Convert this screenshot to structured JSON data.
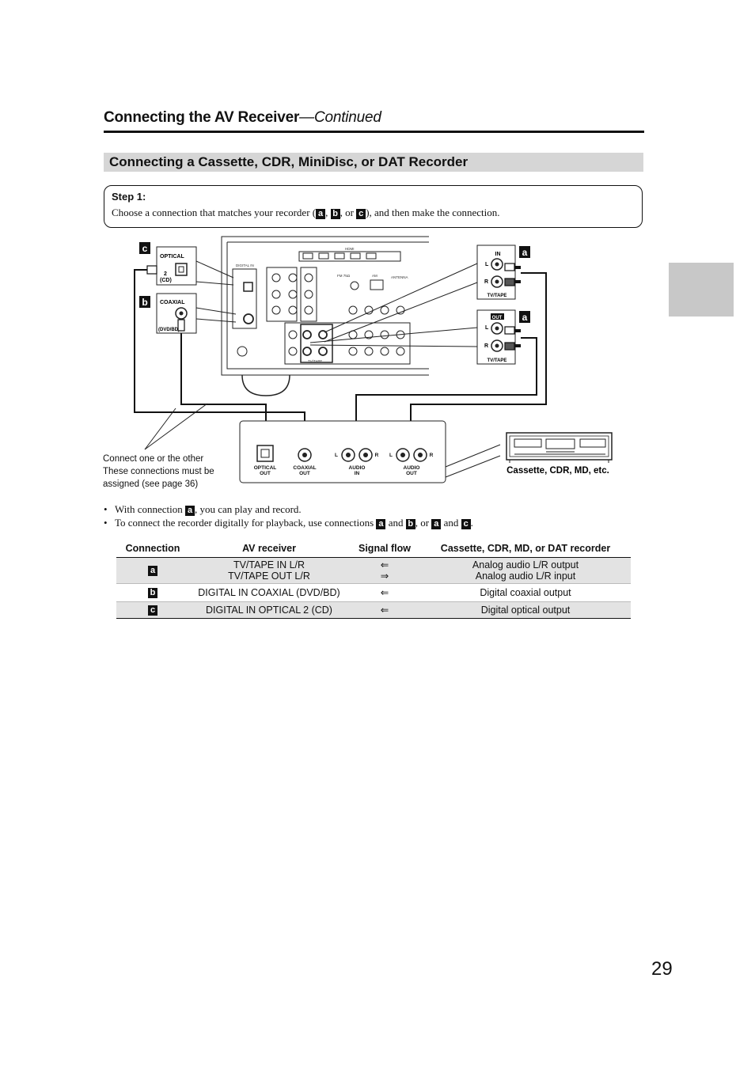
{
  "header": {
    "title": "Connecting the AV Receiver",
    "continued": "—Continued"
  },
  "section": {
    "title": "Connecting a Cassette, CDR, MiniDisc, or DAT Recorder"
  },
  "step": {
    "label": "Step 1:",
    "text_pre": "Choose a connection that matches your recorder (",
    "sep1": ", ",
    "sep2": ", or ",
    "text_post": "), and then make the connection."
  },
  "tags": {
    "a": "a",
    "b": "b",
    "c": "c"
  },
  "diagram": {
    "optical_label": "OPTICAL",
    "optical_num": "2",
    "optical_cd": "(CD)",
    "coaxial_label": "COAXIAL",
    "coaxial_dvd": "(DVD/BD)",
    "in_label": "IN",
    "out_label": "OUT",
    "l": "L",
    "r": "R",
    "tvtape": "TV/TAPE",
    "digital_in": "DIGITAL IN",
    "hdmi": "HDMI",
    "antenna": "ANTENNA",
    "fm": "FM 75Ω",
    "am": "AM",
    "connect_note_1": "Connect one or the other",
    "connect_note_2": "These connections must be",
    "connect_note_3": "assigned (see page 36)",
    "rec_optical_out_1": "OPTICAL",
    "rec_optical_out_2": "OUT",
    "rec_coaxial_out_1": "COAXIAL",
    "rec_coaxial_out_2": "OUT",
    "rec_audio_in_1": "AUDIO",
    "rec_audio_in_2": "IN",
    "rec_audio_out_1": "AUDIO",
    "rec_audio_out_2": "OUT",
    "device_caption": "Cassette, CDR, MD, etc."
  },
  "bullets": {
    "b1_pre": "With connection ",
    "b1_post": ", you can play and record.",
    "b2_pre": "To connect the recorder digitally for playback, use connections ",
    "and1": " and ",
    "or": ", or ",
    "and2": " and ",
    "end": "."
  },
  "table": {
    "headers": [
      "Connection",
      "AV receiver",
      "Signal flow",
      "Cassette, CDR, MD, or DAT recorder"
    ],
    "rows": [
      {
        "tag": "a",
        "receiver": [
          "TV/TAPE IN L/R",
          "TV/TAPE OUT L/R"
        ],
        "flow": [
          "⇐",
          "⇒"
        ],
        "recorder": [
          "Analog audio L/R output",
          "Analog audio L/R input"
        ]
      },
      {
        "tag": "b",
        "receiver": [
          "DIGITAL IN COAXIAL (DVD/BD)"
        ],
        "flow": [
          "⇐"
        ],
        "recorder": [
          "Digital coaxial output"
        ]
      },
      {
        "tag": "c",
        "receiver": [
          "DIGITAL IN OPTICAL 2 (CD)"
        ],
        "flow": [
          "⇐"
        ],
        "recorder": [
          "Digital optical output"
        ]
      }
    ]
  },
  "page_number": "29"
}
